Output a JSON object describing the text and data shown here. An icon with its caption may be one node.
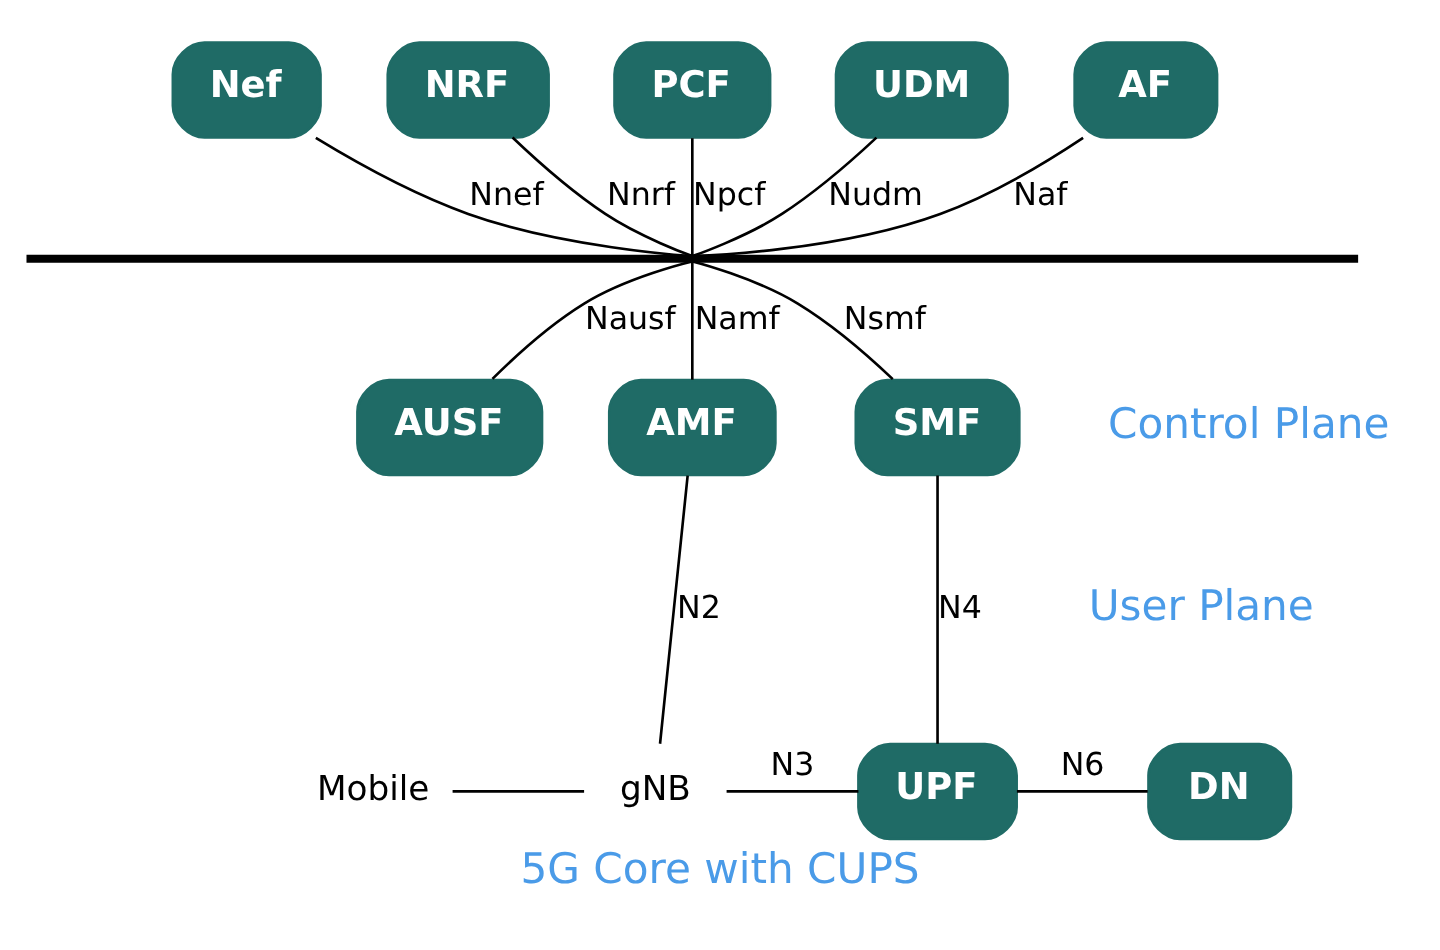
{
  "diagram": {
    "caption": "5G Core with CUPS",
    "nodes": [
      {
        "text": [
          "Nef"
        ]
      },
      {
        "text": [
          "NRF"
        ]
      },
      {
        "text": [
          "PCF"
        ]
      },
      {
        "text": [
          "UDM"
        ]
      },
      {
        "text": [
          "AF"
        ]
      },
      {
        "text": [],
        "shape": "bar"
      },
      {
        "text": [
          "AUSF"
        ]
      },
      {
        "text": [
          "AMF"
        ]
      },
      {
        "text": [
          "SMF"
        ]
      },
      {
        "text": [
          "UPF"
        ]
      },
      {
        "text": [
          "DN"
        ]
      },
      {
        "text": [
          "gNB"
        ]
      },
      {
        "text": [
          "Mobile"
        ]
      }
    ],
    "edges": [
      {
        "from": 0,
        "to": 5,
        "arrow": "none",
        "label": "Nnef"
      },
      {
        "from": 1,
        "to": 5,
        "arrow": "none",
        "label": "Nnrf"
      },
      {
        "from": 2,
        "to": 5,
        "arrow": "none",
        "label": "Npcf"
      },
      {
        "from": 3,
        "to": 5,
        "arrow": "none",
        "label": "Nudm"
      },
      {
        "from": 4,
        "to": 5,
        "arrow": "none",
        "label": "Naf"
      },
      {
        "from": 5,
        "to": 6,
        "arrow": "none",
        "label": "Nausf"
      },
      {
        "from": 5,
        "to": 7,
        "arrow": "none",
        "label": "Namf"
      },
      {
        "from": 5,
        "to": 8,
        "arrow": "none",
        "label": "Nsmf"
      },
      {
        "from": 7,
        "to": 11,
        "arrow": "none",
        "label": "N2"
      },
      {
        "from": 8,
        "to": 9,
        "arrow": "none",
        "label": "N4"
      },
      {
        "from": 11,
        "to": 9,
        "arrow": "none",
        "label": "N3"
      },
      {
        "from": 9,
        "to": 10,
        "arrow": "none",
        "label": "N6"
      },
      {
        "from": 12,
        "to": 11,
        "arrow": "none"
      }
    ],
    "labels": [
      "Control Plane",
      "User Plane"
    ]
  }
}
